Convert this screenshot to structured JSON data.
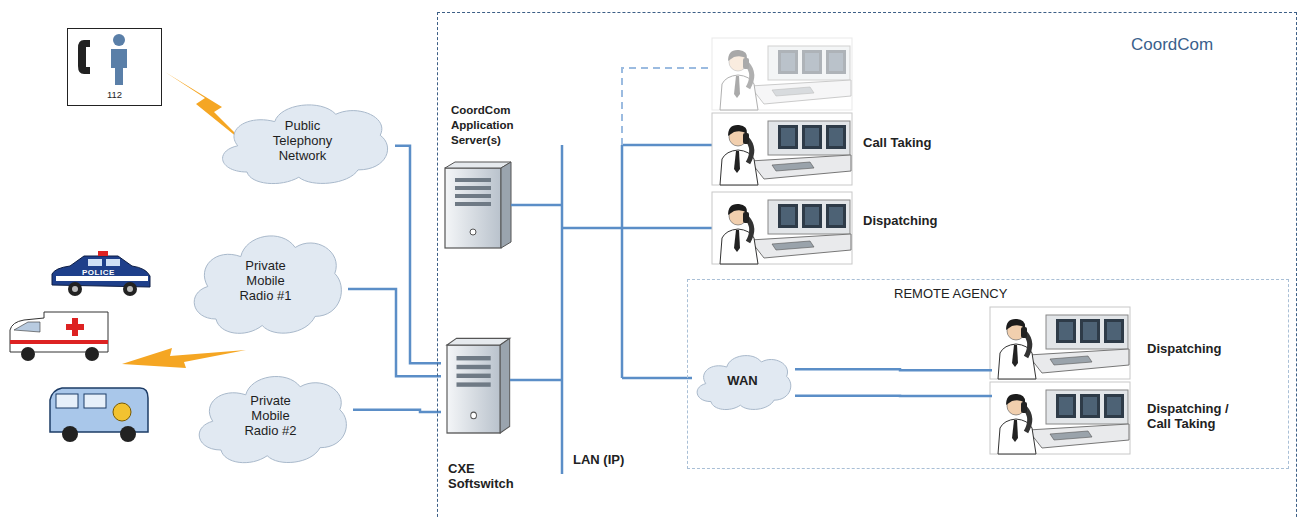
{
  "diagram": {
    "nodes": [
      {
        "text": [
          "112"
        ]
      },
      {
        "text": [
          "Public Telephony Network"
        ]
      },
      {
        "text": [
          "Private Mobile Radio #1"
        ]
      },
      {
        "text": [
          "Private Mobile Radio #2"
        ]
      },
      {
        "text": [
          "CoordCom"
        ]
      },
      {
        "text": [
          "CoordCom Application Server(s)"
        ],
        "in": 4
      },
      {
        "text": [
          "CXE Softswitch"
        ],
        "in": 4
      },
      {
        "text": [
          "Call Taking"
        ],
        "in": 4
      },
      {
        "text": [
          "Dispatching"
        ],
        "in": 4
      },
      {
        "text": [
          "REMOTE AGENCY"
        ],
        "in": 4
      },
      {
        "text": [
          "WAN"
        ],
        "in": 9
      },
      {
        "text": [
          "Dispatching"
        ],
        "in": 9
      },
      {
        "text": [
          "Dispatching / Call Taking"
        ],
        "in": 9
      }
    ],
    "edges": [
      {
        "from": 1,
        "to": 6,
        "arrow": "none"
      },
      {
        "from": 2,
        "to": 6,
        "arrow": "none"
      },
      {
        "from": 3,
        "to": 6,
        "arrow": "none"
      },
      {
        "from": 10,
        "to": 11,
        "arrow": "none"
      },
      {
        "from": 10,
        "to": 12,
        "arrow": "none"
      }
    ],
    "labels": [
      "POLICE",
      "LAN (IP)"
    ]
  }
}
